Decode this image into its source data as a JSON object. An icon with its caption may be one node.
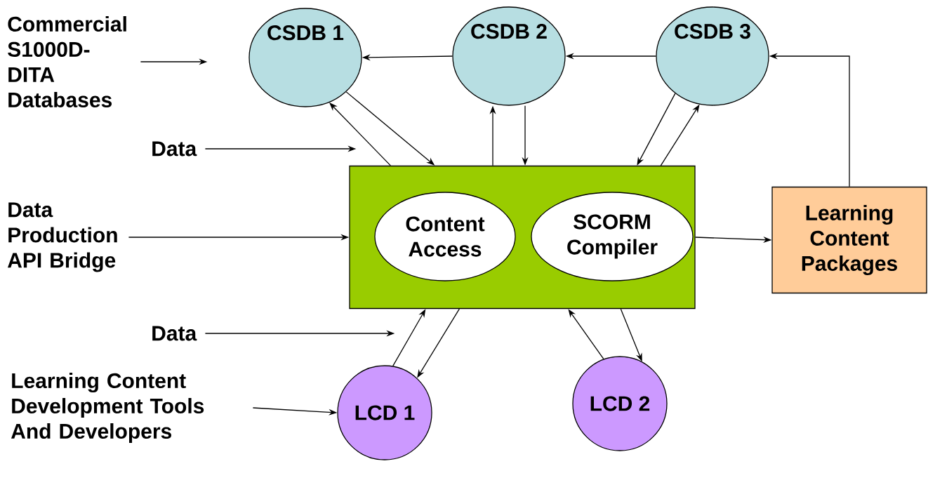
{
  "diagram": {
    "nodes": [
      {
        "text": [
          "CSDB 1"
        ]
      },
      {
        "text": [
          "CSDB 2"
        ]
      },
      {
        "text": [
          "CSDB 3"
        ]
      },
      {
        "text": [],
        "shape": "box"
      },
      {
        "text": [
          "Content Access"
        ],
        "in": 3
      },
      {
        "text": [
          "SCORM Compiler"
        ],
        "in": 3
      },
      {
        "text": [
          "Learning Content Packages"
        ]
      },
      {
        "text": [
          "LCD 1"
        ]
      },
      {
        "text": [
          "LCD 2"
        ]
      },
      {
        "text": [
          "Commercial S1000D-DITA Databases"
        ]
      },
      {
        "text": [
          "Data"
        ]
      },
      {
        "text": [
          "Data Production API Bridge"
        ]
      },
      {
        "text": [
          "Data"
        ]
      },
      {
        "text": [
          "Learning Content Development Tools And Developers"
        ]
      }
    ],
    "edges": [
      {
        "from": 1,
        "to": 0,
        "arrow": "to"
      },
      {
        "from": 2,
        "to": 1,
        "arrow": "to"
      },
      {
        "from": 6,
        "to": 2,
        "arrow": "to"
      },
      {
        "from": 3,
        "to": 0,
        "arrow": "to"
      },
      {
        "from": 0,
        "to": 3,
        "arrow": "to"
      },
      {
        "from": 3,
        "to": 1,
        "arrow": "to"
      },
      {
        "from": 1,
        "to": 3,
        "arrow": "to"
      },
      {
        "from": 2,
        "to": 3,
        "arrow": "to"
      },
      {
        "from": 3,
        "to": 2,
        "arrow": "to"
      },
      {
        "from": 3,
        "to": 6,
        "arrow": "to"
      },
      {
        "from": 7,
        "to": 3,
        "arrow": "to"
      },
      {
        "from": 3,
        "to": 7,
        "arrow": "to"
      },
      {
        "from": 8,
        "to": 3,
        "arrow": "to"
      },
      {
        "from": 3,
        "to": 8,
        "arrow": "to"
      },
      {
        "from": 9,
        "to": null,
        "arrow": "to"
      },
      {
        "from": 10,
        "to": null,
        "arrow": "to"
      },
      {
        "from": 11,
        "to": 3,
        "arrow": "to"
      },
      {
        "from": 12,
        "to": null,
        "arrow": "to"
      },
      {
        "from": 13,
        "to": 7,
        "arrow": "to"
      }
    ]
  }
}
